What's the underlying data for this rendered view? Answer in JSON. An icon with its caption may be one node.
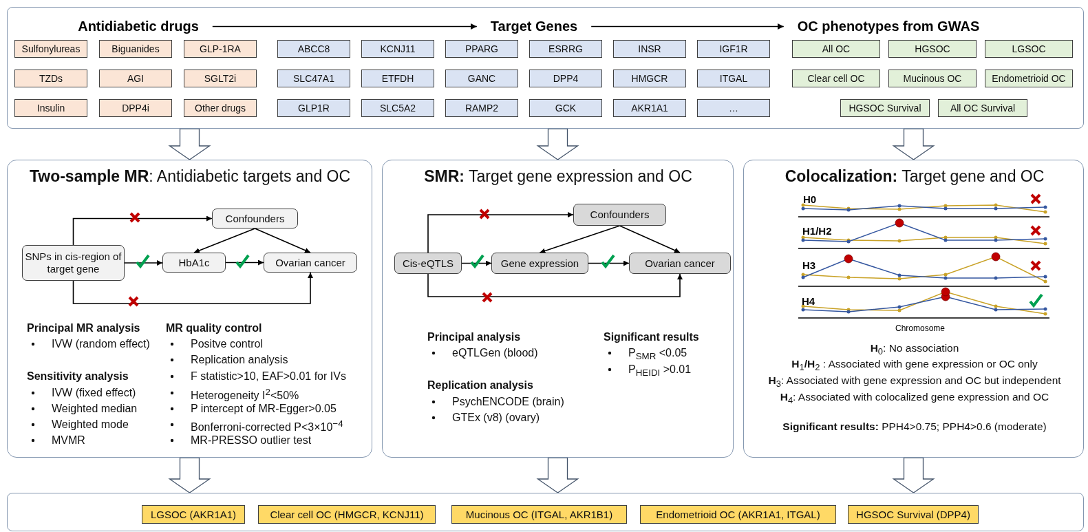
{
  "diagram": {
    "nodes": [
      {
        "text": [],
        "shape": "box"
      },
      {
        "text": [
          "Antidiabetic drugs"
        ],
        "in": 0
      },
      {
        "text": [
          "Sulfonylureas"
        ],
        "in": 0
      },
      {
        "text": [
          "Biguanides"
        ],
        "in": 0
      },
      {
        "text": [
          "GLP-1RA"
        ],
        "in": 0
      },
      {
        "text": [
          "TZDs"
        ],
        "in": 0
      },
      {
        "text": [
          "AGI"
        ],
        "in": 0
      },
      {
        "text": [
          "SGLT2i"
        ],
        "in": 0
      },
      {
        "text": [
          "Insulin"
        ],
        "in": 0
      },
      {
        "text": [
          "DPP4i"
        ],
        "in": 0
      },
      {
        "text": [
          "Other drugs"
        ],
        "in": 0
      },
      {
        "text": [
          "Target Genes"
        ],
        "in": 0
      },
      {
        "text": [
          "ABCC8"
        ],
        "in": 0
      },
      {
        "text": [
          "KCNJ11"
        ],
        "in": 0
      },
      {
        "text": [
          "PPARG"
        ],
        "in": 0
      },
      {
        "text": [
          "ESRRG"
        ],
        "in": 0
      },
      {
        "text": [
          "INSR"
        ],
        "in": 0
      },
      {
        "text": [
          "IGF1R"
        ],
        "in": 0
      },
      {
        "text": [
          "SLC47A1"
        ],
        "in": 0
      },
      {
        "text": [
          "ETFDH"
        ],
        "in": 0
      },
      {
        "text": [
          "GANC"
        ],
        "in": 0
      },
      {
        "text": [
          "DPP4"
        ],
        "in": 0
      },
      {
        "text": [
          "HMGCR"
        ],
        "in": 0
      },
      {
        "text": [
          "ITGAL"
        ],
        "in": 0
      },
      {
        "text": [
          "GLP1R"
        ],
        "in": 0
      },
      {
        "text": [
          "SLC5A2"
        ],
        "in": 0
      },
      {
        "text": [
          "RAMP2"
        ],
        "in": 0
      },
      {
        "text": [
          "GCK"
        ],
        "in": 0
      },
      {
        "text": [
          "AKR1A1"
        ],
        "in": 0
      },
      {
        "text": [
          "…"
        ],
        "in": 0
      },
      {
        "text": [
          "OC phenotypes from GWAS"
        ],
        "in": 0
      },
      {
        "text": [
          "All OC"
        ],
        "in": 0
      },
      {
        "text": [
          "HGSOC"
        ],
        "in": 0
      },
      {
        "text": [
          "LGSOC"
        ],
        "in": 0
      },
      {
        "text": [
          "Clear cell OC"
        ],
        "in": 0
      },
      {
        "text": [
          "Mucinous OC"
        ],
        "in": 0
      },
      {
        "text": [
          "Endometrioid OC"
        ],
        "in": 0
      },
      {
        "text": [
          "HGSOC Survival"
        ],
        "in": 0
      },
      {
        "text": [
          "All OC Survival"
        ],
        "in": 0
      },
      {
        "text": [
          "**Two-sample MR**:  Antidiabetic targets and OC",
          "Principal MR analysis",
          "IVW (random effect)",
          "Sensitivity analysis",
          "IVW (fixed effect)",
          "Weighted median",
          "Weighted mode",
          "MVMR",
          "MR quality control",
          "Positve control",
          "Replication analysis",
          "F statistic>10, EAF>0.01 for IVs",
          "Heterogeneity I$^{2}$<50%",
          "P intercept of MR-Egger>0.05",
          "Bonferroni-corrected P<3×10$^{−4}$",
          "MR-PRESSO outlier test"
        ]
      },
      {
        "text": [
          "SNPs in cis-region of target gene"
        ],
        "in": 39
      },
      {
        "text": [
          "Confounders"
        ],
        "in": 39
      },
      {
        "text": [
          "HbA1c"
        ],
        "in": 39
      },
      {
        "text": [
          "Ovarian cancer"
        ],
        "in": 39
      },
      {
        "text": [
          "**SMR:** Target gene expression and OC",
          "Principal analysis",
          "eQTLGen (blood)",
          "Replication analysis",
          "PsychENCODE (brain)",
          "GTEx (v8) (ovary)",
          "Significant results",
          "P$_{SMR}$ <0.05",
          "P$_{HEIDI}$ >0.01"
        ]
      },
      {
        "text": [
          "Cis-eQTLS"
        ],
        "in": 44
      },
      {
        "text": [
          "Confounders"
        ],
        "in": 44
      },
      {
        "text": [
          "Gene expression"
        ],
        "in": 44
      },
      {
        "text": [
          "Ovarian cancer"
        ],
        "in": 44
      },
      {
        "text": [
          "**Colocalization:** Target gene and OC",
          "**H**$_{0}$: No association",
          "**H**$_{1}$**/H**$_{2}$ :  Associated with gene expression or OC only",
          "**H**$_{3}$: Associated with gene expression and OC but independent",
          "**H**$_{4}$: Associated with colocalized gene expression and OC",
          "**Significant results:** PPH4>0.75; PPH4>0.6 (moderate)"
        ]
      },
      {
        "text": [],
        "shape": "box"
      },
      {
        "text": [
          "LGSOC (AKR1A1)"
        ],
        "in": 50
      },
      {
        "text": [
          "Clear cell OC (HMGCR, KCNJ11)"
        ],
        "in": 50
      },
      {
        "text": [
          "Mucinous OC (ITGAL, AKR1B1)"
        ],
        "in": 50
      },
      {
        "text": [
          "Endometrioid OC (AKR1A1, ITGAL)"
        ],
        "in": 50
      },
      {
        "text": [
          "HGSOC Survival (DPP4)"
        ],
        "in": 50
      }
    ],
    "edges": [
      {
        "from": 1,
        "to": 11,
        "arrow": "to"
      },
      {
        "from": 11,
        "to": 30,
        "arrow": "to"
      },
      {
        "from": 0,
        "to": 39,
        "arrow": "to",
        "style": "thick"
      },
      {
        "from": 0,
        "to": 44,
        "arrow": "to",
        "style": "thick"
      },
      {
        "from": 0,
        "to": 49,
        "arrow": "to",
        "style": "thick"
      },
      {
        "from": 40,
        "to": 41,
        "arrow": "to"
      },
      {
        "from": 40,
        "to": 42,
        "arrow": "to"
      },
      {
        "from": 42,
        "to": 43,
        "arrow": "to"
      },
      {
        "from": 41,
        "to": 42,
        "arrow": "to"
      },
      {
        "from": 41,
        "to": 43,
        "arrow": "to"
      },
      {
        "from": 40,
        "to": 43,
        "arrow": "to"
      },
      {
        "from": 45,
        "to": 46,
        "arrow": "to"
      },
      {
        "from": 45,
        "to": 47,
        "arrow": "to"
      },
      {
        "from": 47,
        "to": 48,
        "arrow": "to"
      },
      {
        "from": 46,
        "to": 47,
        "arrow": "to"
      },
      {
        "from": 46,
        "to": 48,
        "arrow": "to"
      },
      {
        "from": 45,
        "to": 48,
        "arrow": "to"
      },
      {
        "from": 39,
        "to": 50,
        "arrow": "to",
        "style": "thick"
      },
      {
        "from": 44,
        "to": 50,
        "arrow": "to",
        "style": "thick"
      },
      {
        "from": 49,
        "to": 50,
        "arrow": "to",
        "style": "thick"
      }
    ],
    "labels": [
      "H0",
      "H1/H2",
      "H3",
      "H4",
      "Chromosome"
    ]
  }
}
